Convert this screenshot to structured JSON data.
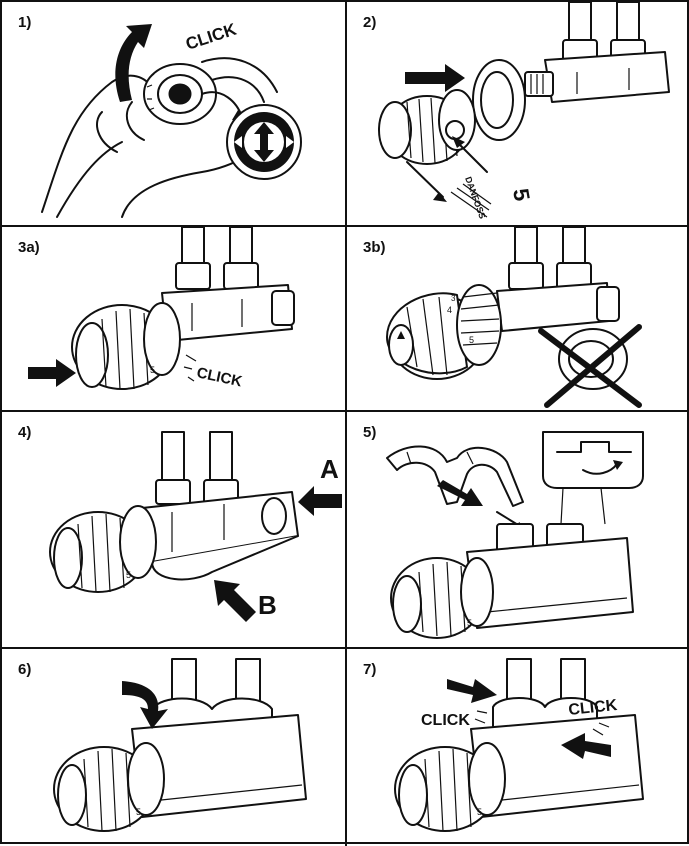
{
  "steps": [
    {
      "label": "1)",
      "annotations": {
        "click": "CLICK"
      }
    },
    {
      "label": "2)",
      "annotations": {
        "part_number": "5",
        "brand": "DANFOSS"
      }
    },
    {
      "label": "3a)",
      "annotations": {
        "click": "CLICK"
      }
    },
    {
      "label": "3b)",
      "annotations": {}
    },
    {
      "label": "4)",
      "annotations": {
        "a": "A",
        "b": "B"
      }
    },
    {
      "label": "5)",
      "annotations": {}
    },
    {
      "label": "6)",
      "annotations": {}
    },
    {
      "label": "7)",
      "annotations": {
        "click_left": "CLICK",
        "click_right": "CLICK"
      }
    }
  ]
}
